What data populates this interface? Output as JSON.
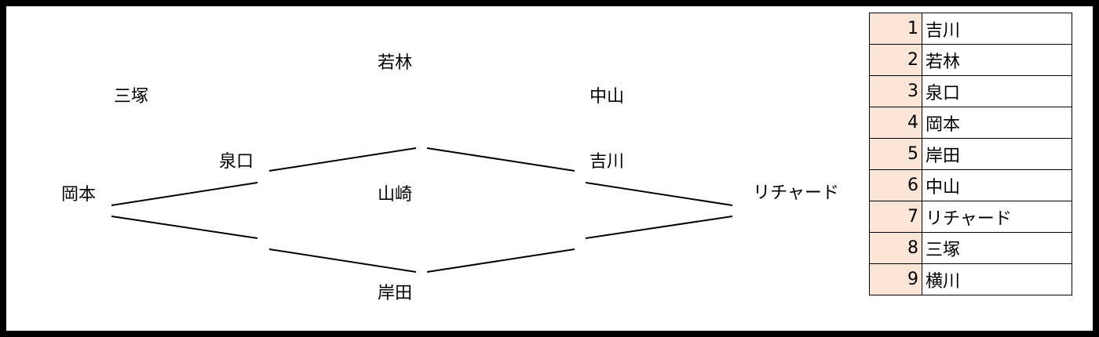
{
  "nodes": {
    "wakabayashi": "若林",
    "mitsuka": "三塚",
    "nakayama": "中山",
    "izumiguchi": "泉口",
    "yoshikawa": "吉川",
    "okamoto": "岡本",
    "yamasaki": "山崎",
    "richard": "リチャード",
    "kishida": "岸田"
  },
  "ranking": [
    {
      "rank": "1",
      "name": "吉川"
    },
    {
      "rank": "2",
      "name": "若林"
    },
    {
      "rank": "3",
      "name": "泉口"
    },
    {
      "rank": "4",
      "name": "岡本"
    },
    {
      "rank": "5",
      "name": "岸田"
    },
    {
      "rank": "6",
      "name": "中山"
    },
    {
      "rank": "7",
      "name": "リチャード"
    },
    {
      "rank": "8",
      "name": "三塚"
    },
    {
      "rank": "9",
      "name": "横川"
    }
  ],
  "colors": {
    "rank_cell_bg": "#fbe5d6",
    "frame": "#000000",
    "line": "#000000"
  }
}
